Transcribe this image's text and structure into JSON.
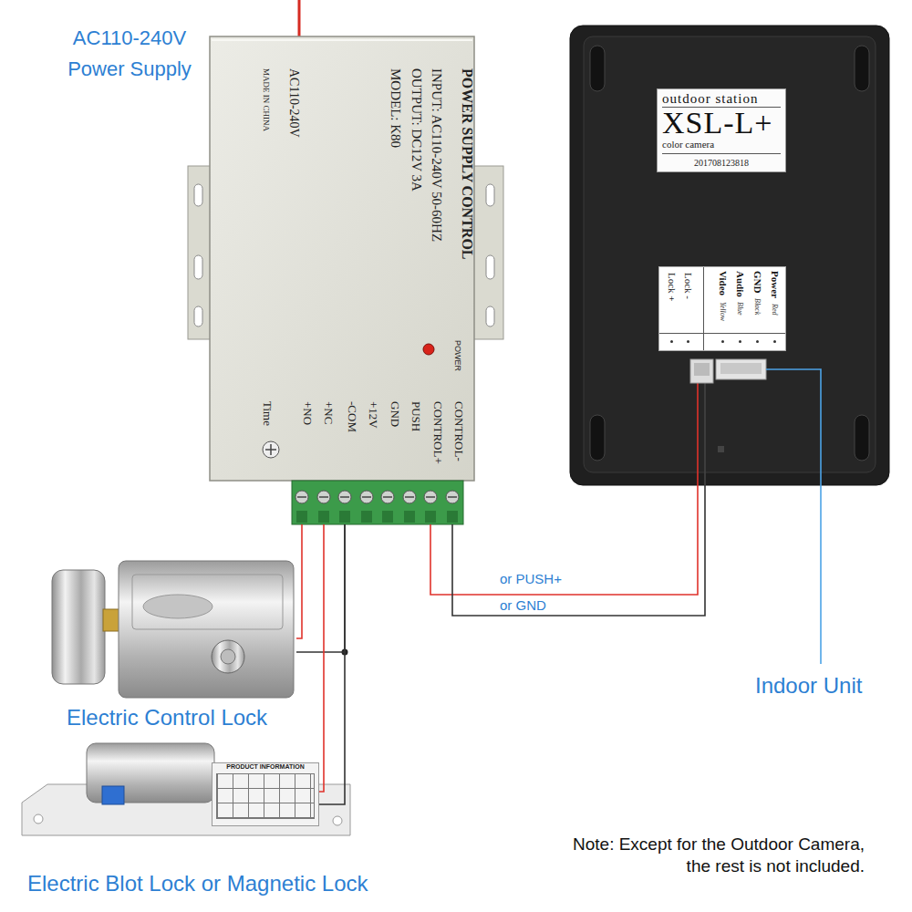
{
  "diagram": {
    "nodes": [
      {
        "text": [
          "POWER SUPPLY CONTROL",
          "INPUT: AC110-240V 50-60HZ",
          "OUTPUT: DC12V 3A",
          "MODEL: K80",
          "AC110-240V",
          "MADE IN CHINA",
          "POWER",
          "Time",
          "CONTROL-",
          "CONTROL+",
          "PUSH",
          "GND",
          "+12V",
          "-COM",
          "+NC",
          "+NO"
        ]
      },
      {
        "text": [
          "outdoor station",
          "XSL-L+",
          "color camera",
          "201708123818"
        ]
      },
      {
        "text": [
          "Power",
          "Red",
          "GND",
          "Black",
          "Audio",
          "Blue",
          "Video",
          "Yellow",
          "Lock +",
          "Lock -"
        ],
        "in": 1
      },
      {
        "text": [
          "Electric Control Lock"
        ]
      },
      {
        "text": [
          "Electric Blot Lock or Magnetic Lock"
        ]
      },
      {
        "text": [
          "PRODUCT INFORMATION"
        ],
        "in": 4
      }
    ],
    "edges": [
      {
        "from": 0,
        "to": 1,
        "label": "or PUSH+",
        "arrow": "none"
      },
      {
        "from": 0,
        "to": 1,
        "label": "or GND",
        "arrow": "none"
      },
      {
        "from": 0,
        "to": 3,
        "arrow": "none"
      },
      {
        "from": 0,
        "to": 3,
        "arrow": "none"
      },
      {
        "from": 0,
        "to": 4,
        "arrow": "none"
      },
      {
        "from": 0,
        "to": 4,
        "arrow": "none"
      }
    ],
    "labels": [
      "AC110-240V Power Supply",
      "Indoor Unit",
      "Note: Except for the Outdoor Camera, the rest is not included."
    ]
  }
}
